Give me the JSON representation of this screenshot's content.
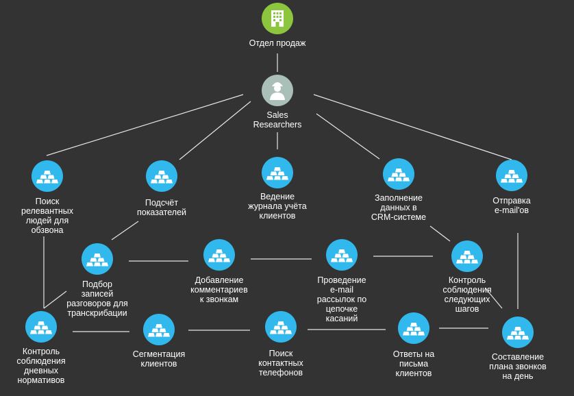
{
  "colors": {
    "background": "#333333",
    "line": "#e6e6e6",
    "root": "#8cc63f",
    "researcher": "#a9bfb8",
    "task": "#31b8ec",
    "icon": "#ffffff"
  },
  "root": {
    "label": "Отдел продаж",
    "icon": "building-icon"
  },
  "researcher": {
    "label": "Sales\nResearchers",
    "icon": "worker-icon"
  },
  "tasks": [
    {
      "id": "t1",
      "label": "Поиск\nрелевантных\nлюдей для\nобзвона",
      "icon": "gold-bars-icon"
    },
    {
      "id": "t2",
      "label": "Подсчёт\nпоказателей",
      "icon": "gold-bars-icon"
    },
    {
      "id": "t3",
      "label": "Ведение\nжурнала учёта\nклиентов",
      "icon": "gold-bars-icon"
    },
    {
      "id": "t4",
      "label": "Заполнение\nданных в\nCRM-системе",
      "icon": "gold-bars-icon"
    },
    {
      "id": "t5",
      "label": "Отправка\ne-mail'ов",
      "icon": "gold-bars-icon"
    },
    {
      "id": "t6",
      "label": "Подбор\nзаписей\nразговоров для\nтранскрибации",
      "icon": "gold-bars-icon"
    },
    {
      "id": "t7",
      "label": "Добавление\nкомментариев\nк звонкам",
      "icon": "gold-bars-icon"
    },
    {
      "id": "t8",
      "label": "Проведение\ne-mail\nрассылок по\nцепочке\nкасаний",
      "icon": "gold-bars-icon"
    },
    {
      "id": "t9",
      "label": "Контроль\nсоблюдения\nследующих\nшагов",
      "icon": "gold-bars-icon"
    },
    {
      "id": "t10",
      "label": "Контроль\nсоблюдения\nдневных\nнормативов",
      "icon": "gold-bars-icon"
    },
    {
      "id": "t11",
      "label": "Сегментация\nклиентов",
      "icon": "gold-bars-icon"
    },
    {
      "id": "t12",
      "label": "Поиск\nконтактных\nтелефонов",
      "icon": "gold-bars-icon"
    },
    {
      "id": "t13",
      "label": "Ответы на\nписьма\nклиентов",
      "icon": "gold-bars-icon"
    },
    {
      "id": "t14",
      "label": "Составление\nплана звонков\nна день",
      "icon": "gold-bars-icon"
    }
  ]
}
